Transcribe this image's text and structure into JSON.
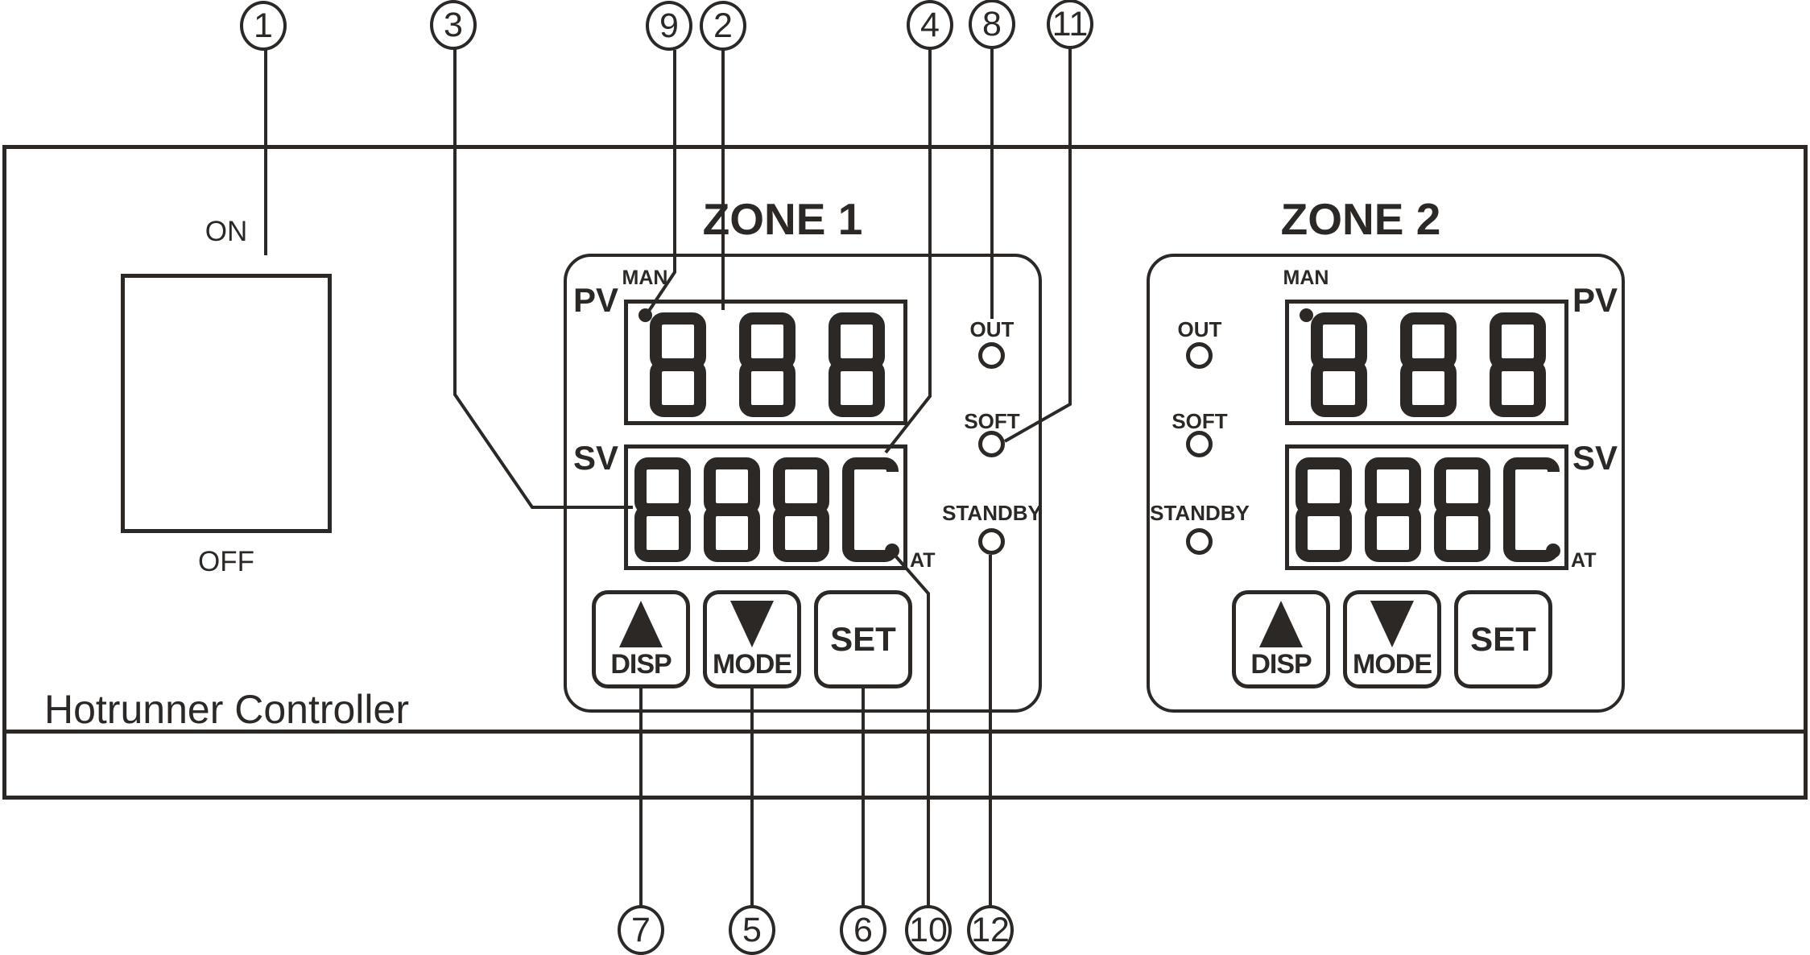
{
  "panel": {
    "title": "Hotrunner Controller",
    "power_switch": {
      "on_label": "ON",
      "off_label": "OFF"
    }
  },
  "zones": [
    {
      "name": "ZONE 1",
      "pv_label": "PV",
      "sv_label": "SV",
      "man_label": "MAN",
      "at_label": "AT",
      "pv_value": "888",
      "sv_value": "888C",
      "indicators": [
        {
          "label": "OUT"
        },
        {
          "label": "SOFT"
        },
        {
          "label": "STANDBY"
        }
      ],
      "buttons": [
        {
          "label": "DISP",
          "icon": "up-triangle-icon"
        },
        {
          "label": "MODE",
          "icon": "down-triangle-icon"
        },
        {
          "label": "SET"
        }
      ]
    },
    {
      "name": "ZONE 2",
      "pv_label": "PV",
      "sv_label": "SV",
      "man_label": "MAN",
      "at_label": "AT",
      "pv_value": "888",
      "sv_value": "888C",
      "indicators": [
        {
          "label": "OUT"
        },
        {
          "label": "SOFT"
        },
        {
          "label": "STANDBY"
        }
      ],
      "buttons": [
        {
          "label": "DISP",
          "icon": "up-triangle-icon"
        },
        {
          "label": "MODE",
          "icon": "down-triangle-icon"
        },
        {
          "label": "SET"
        }
      ]
    }
  ],
  "callouts": [
    {
      "number": "1"
    },
    {
      "number": "3"
    },
    {
      "number": "9"
    },
    {
      "number": "2"
    },
    {
      "number": "4"
    },
    {
      "number": "8"
    },
    {
      "number": "11"
    },
    {
      "number": "7"
    },
    {
      "number": "5"
    },
    {
      "number": "6"
    },
    {
      "number": "10"
    },
    {
      "number": "12"
    }
  ],
  "colors": {
    "ink": "#2b2826",
    "background": "#ffffff"
  }
}
